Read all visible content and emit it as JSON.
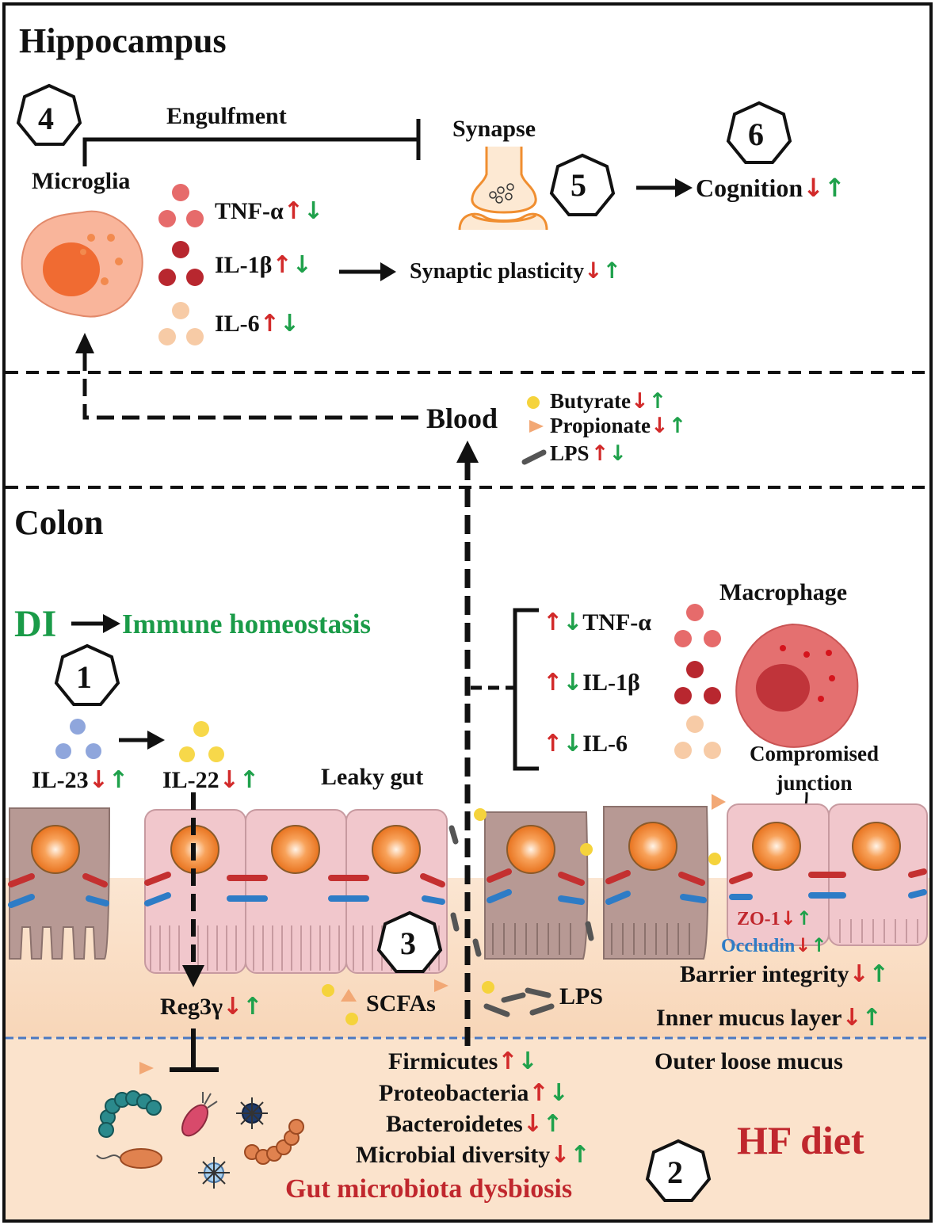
{
  "hippocampus": {
    "title": "Hippocampus",
    "step4": "4",
    "engulfment": "Engulfment",
    "microglia": "Microglia",
    "synapse": "Synapse",
    "step5": "5",
    "step6": "6",
    "cognition": "Cognition",
    "tnf": "TNF-α",
    "il1b": "IL-1β",
    "il6": "IL-6",
    "synaptic_plasticity": "Synaptic plasticity"
  },
  "blood": {
    "label": "Blood",
    "butyrate": "Butyrate",
    "propionate": "Propionate",
    "lps": "LPS"
  },
  "colon": {
    "title": "Colon",
    "di": "DI",
    "immune_homeostasis": "Immune homeostasis",
    "step1": "1",
    "il23": "IL-23",
    "il22": "IL-22",
    "leaky_gut": "Leaky gut",
    "macrophage": "Macrophage",
    "mac_tnf": "TNF-α",
    "mac_il1b": "IL-1β",
    "mac_il6": "IL-6",
    "compromised_junction": "Compromised\njunction",
    "step3": "3",
    "scfas": "SCFAs",
    "lps": "LPS",
    "reg3g": "Reg3γ",
    "zo1": "ZO-1",
    "occludin": "Occludin",
    "barrier_integrity": "Barrier integrity",
    "inner_mucus": "Inner mucus layer",
    "outer_mucus": "Outer loose mucus",
    "firmicutes": "Firmicutes",
    "proteobacteria": "Proteobacteria",
    "bacteroidetes": "Bacteroidetes",
    "microbial_diversity": "Microbial diversity",
    "dysbiosis": "Gut microbiota dysbiosis",
    "step2": "2",
    "hf_diet": "HF diet"
  },
  "arrows": {
    "up": "↑",
    "down": "↓"
  },
  "colors": {
    "red_text": "#c0272d",
    "green_text": "#1a9b48",
    "occludin_blue": "#2e7cc6",
    "cell_pink": "#f0c9cf",
    "mucus_peach": "#f9dcc0",
    "macrophage_red": "#e06a6a",
    "microglia_salmon": "#f7a98c"
  }
}
